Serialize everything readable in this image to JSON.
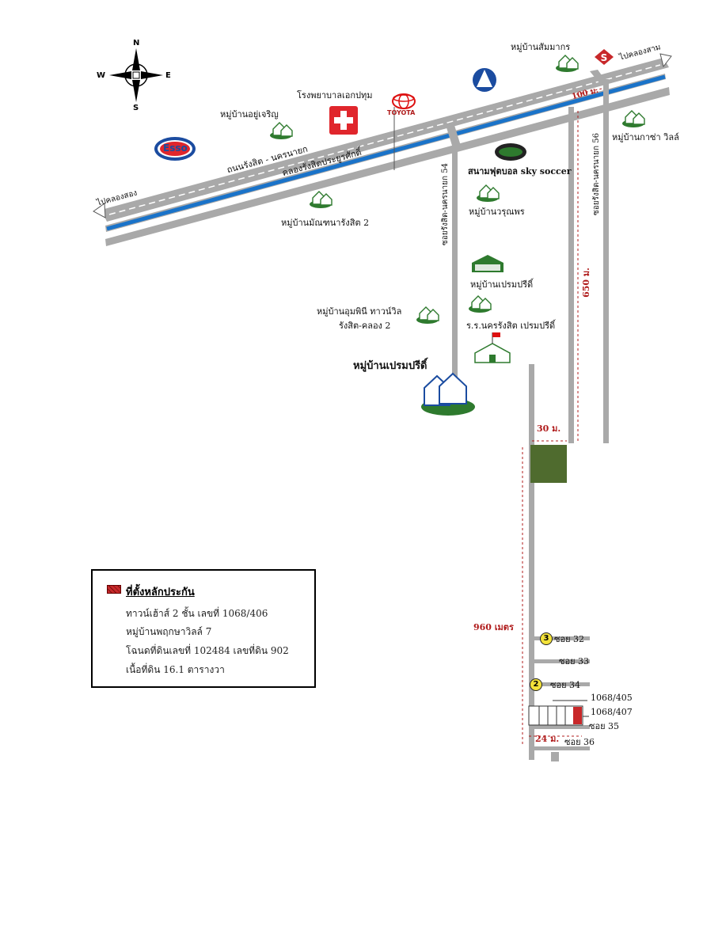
{
  "compass": {
    "n": "N",
    "s": "S",
    "e": "E",
    "w": "W"
  },
  "roads": {
    "main_road": "ถนนรังสิต - นครนายก",
    "canal": "คลองรังสิตประยูรศักดิ์",
    "to_west": "ไปคลองสอง",
    "to_east": "ไปคลองสาม",
    "soi54": "ซอยรังสิต-นครนายก 54",
    "soi56": "ซอยรังสิต-นครนายก 56"
  },
  "places": {
    "hospital": "โรงพยาบาลเอกปทุม",
    "toyota": "TOYOTA",
    "esso": "Esso",
    "yuuchaeron": "หมู่บ้านอยู่เจริญ",
    "sammakorn": "หมู่บ้านสัมมากร",
    "kasa": "หมู่บ้านกาซ่า วิลล์",
    "sky_soccer": "สนามฟุตบอล sky soccer",
    "monthana": "หมู่บ้านมัณฑนารังสิต 2",
    "warunporn": "หมู่บ้านวรุณพร",
    "pruksa": "หมู่บ้านเปรมปรีดิ์",
    "umpini_1": "หมู่บ้านอุมพินี ทาวน์วิล",
    "umpini_2": "รังสิต-คลอง 2",
    "school": "ร.ร.นครรังสิต เปรมปรีดิ์",
    "prempree_big": "หมู่บ้านเปรมปรีดิ์"
  },
  "distances": {
    "d100": "100 ม.",
    "d650": "650 ม.",
    "d30": "30 ม.",
    "d960": "960 เมตร",
    "d24": "24 ม."
  },
  "sois": {
    "soi32": "ซอย 32",
    "soi33": "ซอย 33",
    "soi34": "ซอย 34",
    "soi35": "ซอย 35",
    "soi36": "ซอย 36",
    "m3": "3",
    "m2": "2"
  },
  "houses": {
    "h405": "1068/405",
    "h407": "1068/407"
  },
  "legend": {
    "title": "ที่ตั้งหลักประกัน",
    "line1": "ทาวน์เฮ้าส์ 2 ชั้น  เลขที่ 1068/406",
    "line2": "หมู่บ้านพฤกษาวิลล์ 7",
    "line3": "โฉนดที่ดินเลขที่ 102484 เลขที่ดิน 902",
    "line4": "เนื้อที่ดิน 16.1 ตารางวา"
  },
  "colors": {
    "road": "#a9a9a9",
    "canal": "#1a73c9",
    "marker": "#c8282a",
    "green": "#2e7a2e",
    "plot": "#4f6b2e"
  }
}
